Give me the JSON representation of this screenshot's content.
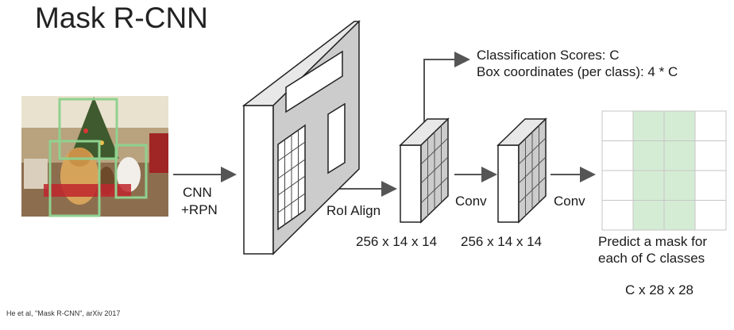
{
  "title": "Mask R-CNN",
  "classification": {
    "line1": "Classification Scores: C",
    "line2": "Box coordinates (per class): 4 * C"
  },
  "cnn_label": {
    "line1": "CNN",
    "line2": "+RPN"
  },
  "roi_align_label": "RoI Align",
  "conv1_label": "Conv",
  "conv2_label": "Conv",
  "feature_dims": {
    "first": "256 x 14 x 14",
    "second": "256 x 14 x 14"
  },
  "mask_prediction": {
    "line1": "Predict a mask for",
    "line2": "each of C classes",
    "dims": "C x 28 x 28"
  },
  "citation": "He et al, \"Mask R-CNN\", arXiv 2017",
  "colors": {
    "box_green": "#8fd18f",
    "mask_green": "#d5ecd4",
    "feature_gray": "#cccccc",
    "arrow": "#555555"
  }
}
